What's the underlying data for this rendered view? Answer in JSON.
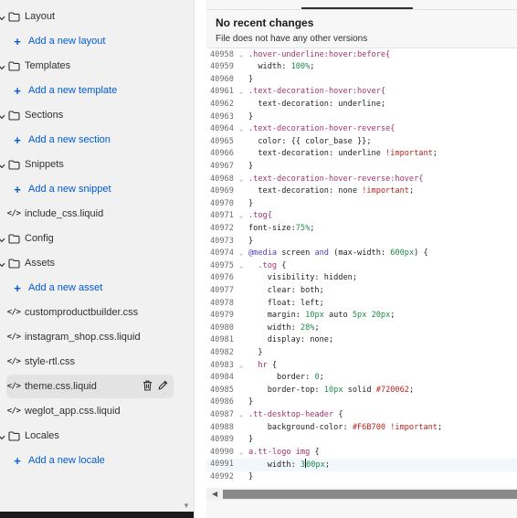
{
  "sidebar": {
    "rows": [
      {
        "kind": "folder",
        "label": "Layout"
      },
      {
        "kind": "add",
        "label": "Add a new layout"
      },
      {
        "kind": "folder",
        "label": "Templates"
      },
      {
        "kind": "add",
        "label": "Add a new template"
      },
      {
        "kind": "folder",
        "label": "Sections"
      },
      {
        "kind": "add",
        "label": "Add a new section"
      },
      {
        "kind": "folder",
        "label": "Snippets"
      },
      {
        "kind": "add",
        "label": "Add a new snippet"
      },
      {
        "kind": "file",
        "label": "include_css.liquid"
      },
      {
        "kind": "folder",
        "label": "Config"
      },
      {
        "kind": "folder",
        "label": "Assets"
      },
      {
        "kind": "add",
        "label": "Add a new asset"
      },
      {
        "kind": "file",
        "label": "customproductbuilder.css"
      },
      {
        "kind": "file",
        "label": "instagram_shop.css.liquid"
      },
      {
        "kind": "file",
        "label": "style-rtl.css"
      },
      {
        "kind": "file",
        "label": "theme.css.liquid",
        "selected": true
      },
      {
        "kind": "file",
        "label": "weglot_app.css.liquid"
      },
      {
        "kind": "folder",
        "label": "Locales"
      },
      {
        "kind": "add",
        "label": "Add a new locale"
      }
    ],
    "code_icon_text": "</>"
  },
  "history": {
    "title": "No recent changes",
    "subtitle": "File does not have any other versions"
  },
  "editor": {
    "active_line": "40991",
    "lines": [
      {
        "n": "40958",
        "fold": true,
        "html": "<span class='tk-sel'>.hover-underline:hover:before{</span>"
      },
      {
        "n": "40959",
        "fold": false,
        "html": "  width: <span class='tk-num'>100%</span>;"
      },
      {
        "n": "40960",
        "fold": false,
        "html": "}"
      },
      {
        "n": "40961",
        "fold": true,
        "html": "<span class='tk-sel'>.text-decoration-hover:hover{</span>"
      },
      {
        "n": "40962",
        "fold": false,
        "html": "  text-decoration: underline;"
      },
      {
        "n": "40963",
        "fold": false,
        "html": "}"
      },
      {
        "n": "40964",
        "fold": true,
        "html": "<span class='tk-sel'>.text-decoration-hover-reverse{</span>"
      },
      {
        "n": "40965",
        "fold": false,
        "html": "  color: {{ color_base }};"
      },
      {
        "n": "40966",
        "fold": false,
        "html": "  text-decoration: underline <span class='tk-imp'>!important</span>;"
      },
      {
        "n": "40967",
        "fold": false,
        "html": "}"
      },
      {
        "n": "40968",
        "fold": true,
        "html": "<span class='tk-sel'>.text-decoration-hover-reverse:hover{</span>"
      },
      {
        "n": "40969",
        "fold": false,
        "html": "  text-decoration: none <span class='tk-imp'>!important</span>;"
      },
      {
        "n": "40970",
        "fold": false,
        "html": "}"
      },
      {
        "n": "40971",
        "fold": true,
        "html": "<span class='tk-sel'>.tog{</span>"
      },
      {
        "n": "40972",
        "fold": false,
        "html": "font-size:<span class='tk-num'>75%</span>;"
      },
      {
        "n": "40973",
        "fold": false,
        "html": "}"
      },
      {
        "n": "40974",
        "fold": true,
        "html": "<span class='tk-kw'>@media</span> screen <span class='tk-kw'>and</span> (max-width: <span class='tk-num'>600px</span>) {"
      },
      {
        "n": "40975",
        "fold": true,
        "html": "  <span class='tk-sel'>.tog</span> {"
      },
      {
        "n": "40976",
        "fold": false,
        "html": "    visibility: hidden;"
      },
      {
        "n": "40977",
        "fold": false,
        "html": "    clear: both;"
      },
      {
        "n": "40978",
        "fold": false,
        "html": "    float: left;"
      },
      {
        "n": "40979",
        "fold": false,
        "html": "    margin: <span class='tk-num'>10px</span> auto <span class='tk-num'>5px</span> <span class='tk-num'>20px</span>;"
      },
      {
        "n": "40980",
        "fold": false,
        "html": "    width: <span class='tk-num'>28%</span>;"
      },
      {
        "n": "40981",
        "fold": false,
        "html": "    display: none;"
      },
      {
        "n": "40982",
        "fold": false,
        "html": "  }"
      },
      {
        "n": "40983",
        "fold": true,
        "html": "  <span class='tk-sel'>hr</span> {"
      },
      {
        "n": "40984",
        "fold": false,
        "html": "      border: <span class='tk-num'>0</span>;"
      },
      {
        "n": "40985",
        "fold": false,
        "html": "    border-top: <span class='tk-num'>10px</span> solid <span class='tk-str'>#720062</span>;"
      },
      {
        "n": "40986",
        "fold": false,
        "html": "}"
      },
      {
        "n": "40987",
        "fold": true,
        "html": "<span class='tk-sel'>.tt-desktop-header</span> {"
      },
      {
        "n": "40988",
        "fold": false,
        "html": "    background-color: <span class='tk-str'>#F6B700</span> <span class='tk-imp'>!important</span>;"
      },
      {
        "n": "40989",
        "fold": false,
        "html": "}"
      },
      {
        "n": "40990",
        "fold": true,
        "html": "<span class='tk-sel'>a.tt-logo img</span> {"
      },
      {
        "n": "40991",
        "fold": false,
        "html": "    width: <span class='tk-num'>3<span class='cursor'></span>00px</span>;"
      },
      {
        "n": "40992",
        "fold": false,
        "html": "}"
      }
    ]
  },
  "colors": {
    "link": "#005bd3",
    "selected_row": "#e3e3e3",
    "sidebar_bg": "#f1f1f1"
  }
}
